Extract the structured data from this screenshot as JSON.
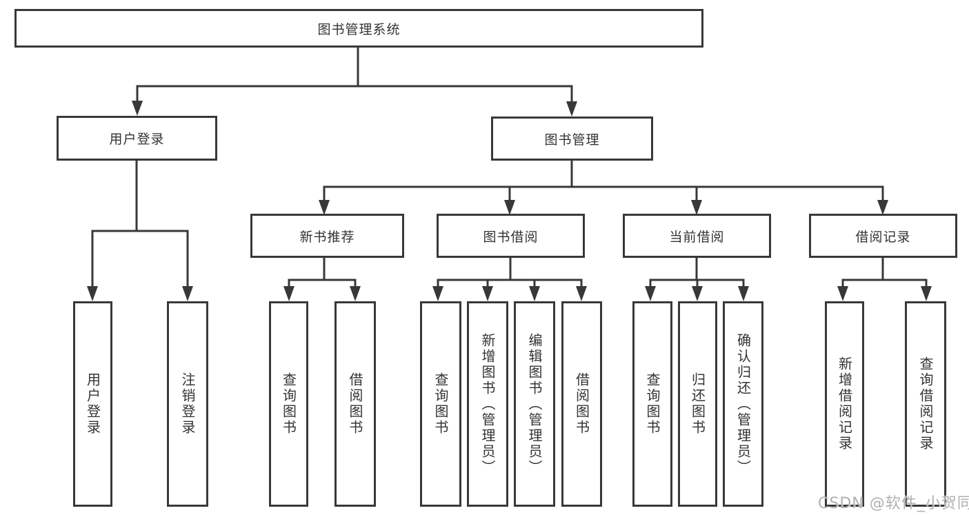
{
  "tree": {
    "root": {
      "label": "图书管理系统",
      "children": [
        {
          "label": "用户登录",
          "children": [
            {
              "label": "用户登录"
            },
            {
              "label": "注销登录"
            }
          ]
        },
        {
          "label": "图书管理",
          "children": [
            {
              "label": "新书推荐",
              "children": [
                {
                  "label": "查询图书"
                },
                {
                  "label": "借阅图书"
                }
              ]
            },
            {
              "label": "图书借阅",
              "children": [
                {
                  "label": "查询图书"
                },
                {
                  "label": "新增图书（管理员）"
                },
                {
                  "label": "编辑图书（管理员）"
                },
                {
                  "label": "借阅图书"
                }
              ]
            },
            {
              "label": "当前借阅",
              "children": [
                {
                  "label": "查询图书"
                },
                {
                  "label": "归还图书"
                },
                {
                  "label": "确认归还（管理员）"
                }
              ]
            },
            {
              "label": "借阅记录",
              "children": [
                {
                  "label": "新增借阅记录"
                },
                {
                  "label": "查询借阅记录"
                }
              ]
            }
          ]
        }
      ]
    }
  },
  "watermark": "CSDN @软件_小贺同学",
  "colors": {
    "line": "#383838",
    "text": "#333333",
    "watermark": "#b0b0b0",
    "background": "#ffffff"
  }
}
